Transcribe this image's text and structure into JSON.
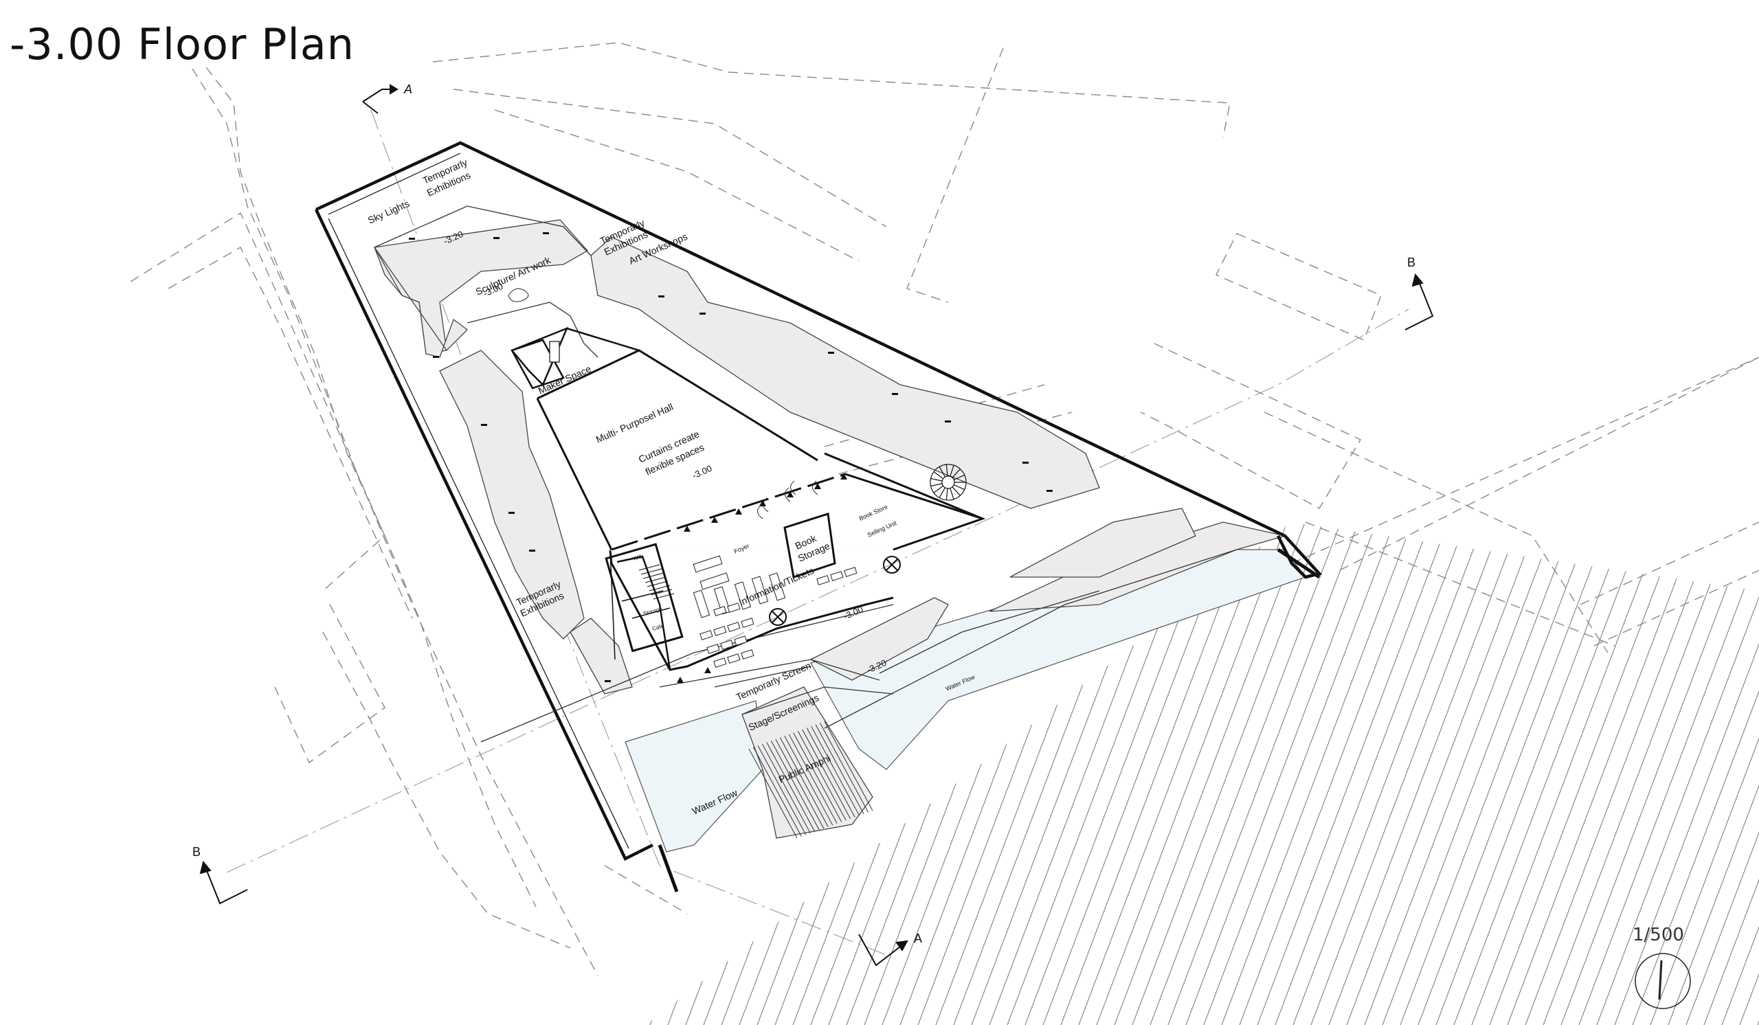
{
  "title": "-3.00 Floor Plan",
  "scale": "1/500",
  "section_markers": [
    "A",
    "A",
    "B",
    "B"
  ],
  "rooms": {
    "sky_lights": "Sky Lights",
    "temp_exhibitions_1_l1": "Temporarly",
    "temp_exhibitions_1_l2": "Exhibitions",
    "temp_exhibitions_2_l1": "Temporarly",
    "temp_exhibitions_2_l2": "Exhibitions",
    "art_workshops": "Art Workshops",
    "sculpture": "Sculpture/ Art work",
    "maker_space": "Maker Space",
    "multi_purpose": "Multi- Purposel Hall",
    "curtains_l1": "Curtains create",
    "curtains_l2": "flexible spaces",
    "foyer": "Foyer",
    "book_store": "Book Store",
    "selling_unit": "Selling Unit",
    "book_storage_l1": "Book",
    "book_storage_l2": "Storage",
    "information": "Information/Tickets",
    "temp_exhibitions_3_l1": "Temporarly",
    "temp_exhibitions_3_l2": "Exhibitions",
    "wc": "WC",
    "storage": "Storage",
    "cafe": "Cafe",
    "temporarly_screen": "Temporarly Screen",
    "stage": "Stage/Screenings",
    "public_amphi": "Public Amphi",
    "water_flow_1": "Water Flow",
    "water_flow_2": "Water Flow"
  },
  "levels": {
    "l_320_a": "-3.20",
    "l_300_a": "-3.00",
    "l_300_b": "-3.00",
    "l_300_c": "-3.00",
    "l_320_b": "-3.20"
  },
  "colors": {
    "line": "#111111",
    "dash": "#888888",
    "hatch": "#999999",
    "fill": "#ececec",
    "water": "#eef5f8"
  }
}
